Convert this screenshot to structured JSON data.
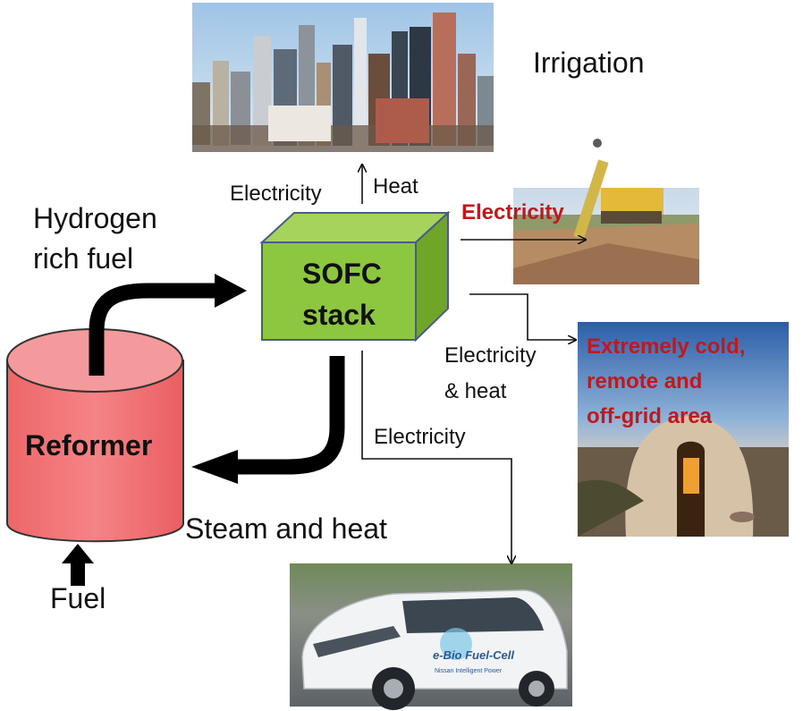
{
  "nodes": {
    "reformer": "Reformer",
    "sofc_stack": [
      "SOFC",
      "stack"
    ]
  },
  "labels": {
    "hydrogen_fuel": [
      "Hydrogen",
      "rich fuel"
    ],
    "fuel": "Fuel",
    "steam_heat": "Steam and heat",
    "irrigation": "Irrigation",
    "electricity_up": "Electricity",
    "heat_up": "Heat",
    "electricity_irrigation": "Electricity",
    "electricity_heat": [
      "Electricity",
      "& heat"
    ],
    "electricity_car": "Electricity"
  },
  "photos": {
    "cold_area_caption": [
      "Extremely cold,",
      "remote and",
      "off-grid area"
    ],
    "car_decal": "e-Bio Fuel-Cell",
    "car_subdecal": "Nissan Intelligent Power"
  },
  "colors": {
    "reformer_fill": "#f47678",
    "sofc_front": "#8dc63f",
    "sofc_top": "#a5d35c",
    "sofc_side": "#6fa62a",
    "sofc_edge": "#4a5a8a",
    "caption_red": "#c0181c"
  }
}
